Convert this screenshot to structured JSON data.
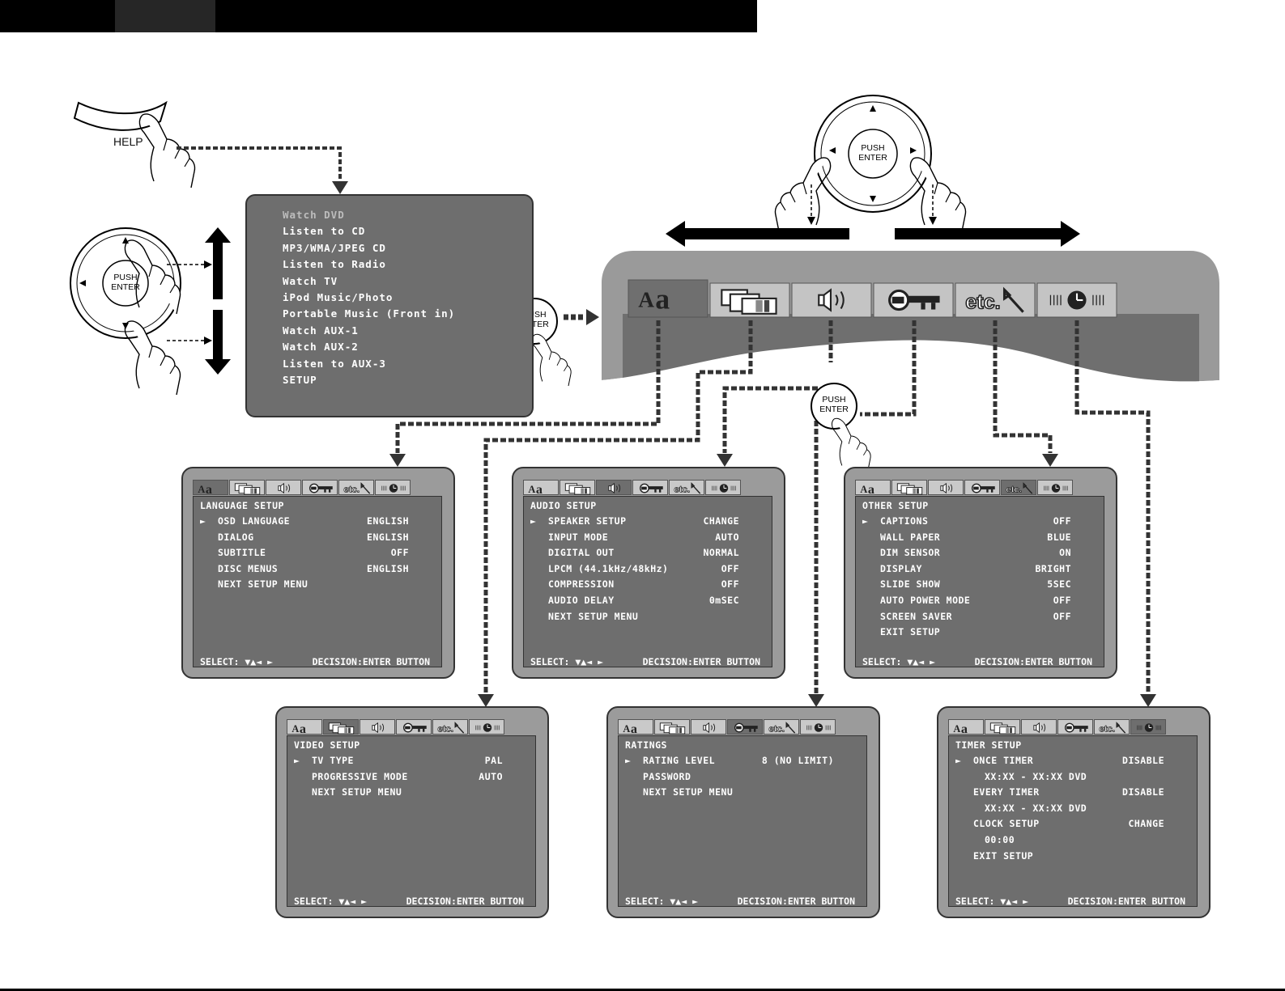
{
  "help_label": "HELP",
  "push_enter": {
    "line1": "PUSH",
    "line2": "ENTER"
  },
  "main_menu": {
    "items": [
      {
        "label": "Watch DVD",
        "dim": true
      },
      {
        "label": "Listen to CD"
      },
      {
        "label": "MP3/WMA/JPEG CD"
      },
      {
        "label": "Listen to Radio"
      },
      {
        "label": "Watch TV"
      },
      {
        "label": "iPod Music/Photo"
      },
      {
        "label": "Portable Music (Front in)"
      },
      {
        "label": "Watch AUX-1"
      },
      {
        "label": "Watch AUX-2"
      },
      {
        "label": "Listen to AUX-3"
      },
      {
        "label": "SETUP"
      }
    ]
  },
  "banner_tabs": [
    "language-icon",
    "video-icon",
    "audio-icon",
    "key-icon",
    "etc-icon",
    "timer-icon"
  ],
  "banner_etc_text": "etc.",
  "common": {
    "select": "SELECT: ▼▲◄ ►",
    "decision": "DECISION:ENTER BUTTON",
    "cursor": "►"
  },
  "panels": {
    "language": {
      "title": "LANGUAGE SETUP",
      "rows": [
        {
          "label": "OSD LANGUAGE",
          "value": "ENGLISH"
        },
        {
          "label": "DIALOG",
          "value": "ENGLISH"
        },
        {
          "label": "SUBTITLE",
          "value": "OFF"
        },
        {
          "label": "DISC MENUS",
          "value": "ENGLISH"
        },
        {
          "label": "NEXT SETUP MENU",
          "value": ""
        }
      ]
    },
    "audio": {
      "title": "AUDIO SETUP",
      "rows": [
        {
          "label": "SPEAKER SETUP",
          "value": "CHANGE"
        },
        {
          "label": "INPUT MODE",
          "value": "AUTO"
        },
        {
          "label": "DIGITAL OUT",
          "value": "NORMAL"
        },
        {
          "label": "LPCM (44.1kHz/48kHz)",
          "value": "OFF"
        },
        {
          "label": "COMPRESSION",
          "value": "OFF"
        },
        {
          "label": "AUDIO DELAY",
          "value": "0mSEC"
        },
        {
          "label": "NEXT SETUP MENU",
          "value": ""
        }
      ]
    },
    "other": {
      "title": "OTHER SETUP",
      "rows": [
        {
          "label": "CAPTIONS",
          "value": "OFF"
        },
        {
          "label": "WALL PAPER",
          "value": "BLUE"
        },
        {
          "label": "DIM SENSOR",
          "value": "ON"
        },
        {
          "label": "DISPLAY",
          "value": "BRIGHT"
        },
        {
          "label": "SLIDE SHOW",
          "value": "5SEC"
        },
        {
          "label": "AUTO POWER MODE",
          "value": "OFF"
        },
        {
          "label": "SCREEN SAVER",
          "value": "OFF"
        },
        {
          "label": "EXIT SETUP",
          "value": ""
        }
      ]
    },
    "video": {
      "title": "VIDEO SETUP",
      "rows": [
        {
          "label": "TV TYPE",
          "value": "PAL"
        },
        {
          "label": "PROGRESSIVE MODE",
          "value": "AUTO"
        },
        {
          "label": "NEXT SETUP MENU",
          "value": ""
        }
      ]
    },
    "ratings": {
      "title": "RATINGS",
      "rows": [
        {
          "label": "RATING LEVEL",
          "value": "8 (NO LIMIT)"
        },
        {
          "label": "PASSWORD",
          "value": ""
        },
        {
          "label": "NEXT SETUP MENU",
          "value": ""
        }
      ]
    },
    "timer": {
      "title": "TIMER SETUP",
      "rows": [
        {
          "label": "ONCE TIMER",
          "value": "DISABLE"
        },
        {
          "label": "XX:XX - XX:XX DVD",
          "value": "",
          "indent": true
        },
        {
          "label": "EVERY TIMER",
          "value": "DISABLE"
        },
        {
          "label": "XX:XX - XX:XX DVD",
          "value": "",
          "indent": true
        },
        {
          "label": "CLOCK SETUP",
          "value": "CHANGE"
        },
        {
          "label": "00:00",
          "value": "",
          "indent": true
        },
        {
          "label": "EXIT SETUP",
          "value": ""
        }
      ]
    }
  }
}
